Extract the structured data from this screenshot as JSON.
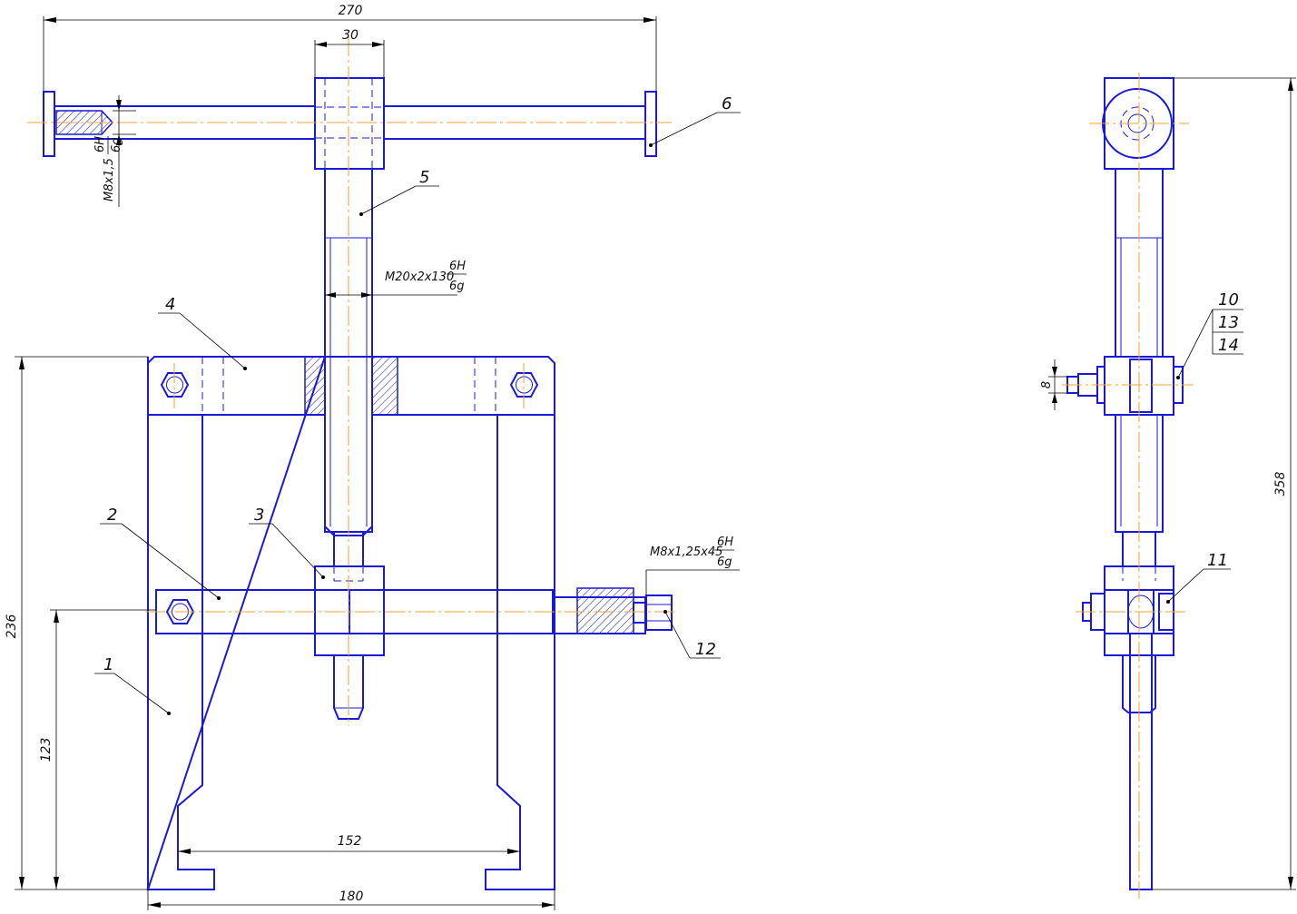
{
  "drawing": {
    "dimensions": {
      "overall_handle_length": "270",
      "nut_width": "30",
      "handle_thread": {
        "main": "M8x1,5",
        "upper": "6H",
        "lower": "6g"
      },
      "screw_thread": {
        "main": "M20x2x130",
        "upper": "6H",
        "lower": "6g"
      },
      "bolt_thread": {
        "main": "M8x1,25x45",
        "upper": "6H",
        "lower": "6g"
      },
      "total_height_front": "236",
      "lower_height": "123",
      "jaw_inner_span": "152",
      "frame_width": "180",
      "bolt_size_side": "8",
      "total_height_side": "358"
    },
    "part_labels": {
      "frame": "1",
      "traverse": "2",
      "nut_block": "3",
      "top_bar": "4",
      "screw": "5",
      "handle_cap": "6",
      "side_bolt_a": "10",
      "side_washer": "13",
      "side_nut": "14",
      "side_bolt_b": "11",
      "adjust_bolt": "12"
    }
  }
}
